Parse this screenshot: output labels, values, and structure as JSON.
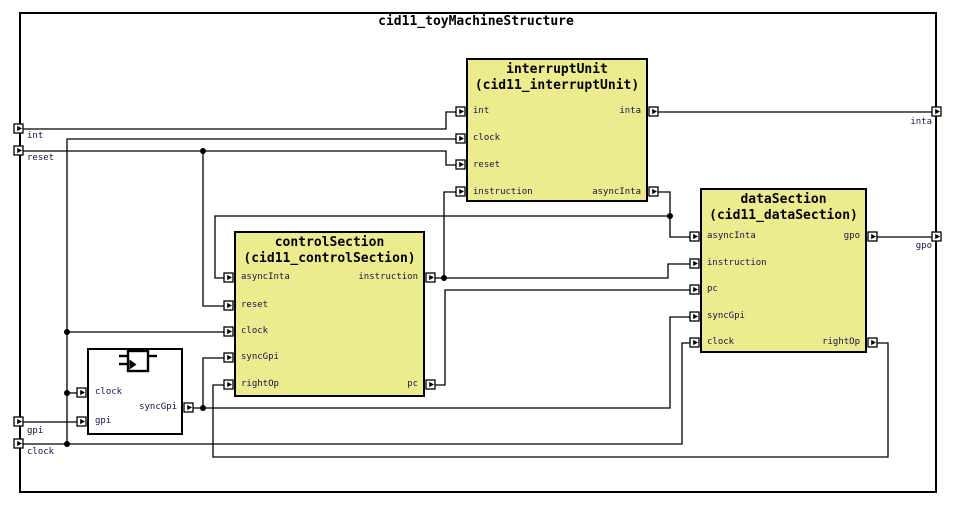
{
  "title": "cid11_toyMachineStructure",
  "colors": {
    "block_fill": "#ECEC8E",
    "wire": "#000000",
    "label_text": "#12124e",
    "title_text": "#000000"
  },
  "icons": {
    "register": "flipflop-register-icon",
    "port": "port-arrow-marker"
  },
  "blocks": {
    "interruptUnit": {
      "name": "interruptUnit",
      "type": "(cid11_interruptUnit)",
      "left_ports": [
        "int",
        "clock",
        "reset",
        "instruction"
      ],
      "right_ports": [
        "inta",
        "asyncInta"
      ]
    },
    "controlSection": {
      "name": "controlSection",
      "type": "(cid11_controlSection)",
      "left_ports": [
        "asyncInta",
        "reset",
        "clock",
        "syncGpi",
        "rightOp"
      ],
      "right_ports": [
        "instruction",
        "pc"
      ]
    },
    "dataSection": {
      "name": "dataSection",
      "type": "(cid11_dataSection)",
      "left_ports": [
        "asyncInta",
        "instruction",
        "pc",
        "syncGpi",
        "clock"
      ],
      "right_ports": [
        "gpo",
        "rightOp"
      ]
    },
    "register": {
      "left_ports": [
        "clock",
        "gpi"
      ],
      "right_ports": [
        "syncGpi"
      ]
    }
  },
  "external_ports": {
    "left": [
      "int",
      "reset",
      "gpi",
      "clock"
    ],
    "right": [
      "inta",
      "gpo"
    ]
  }
}
